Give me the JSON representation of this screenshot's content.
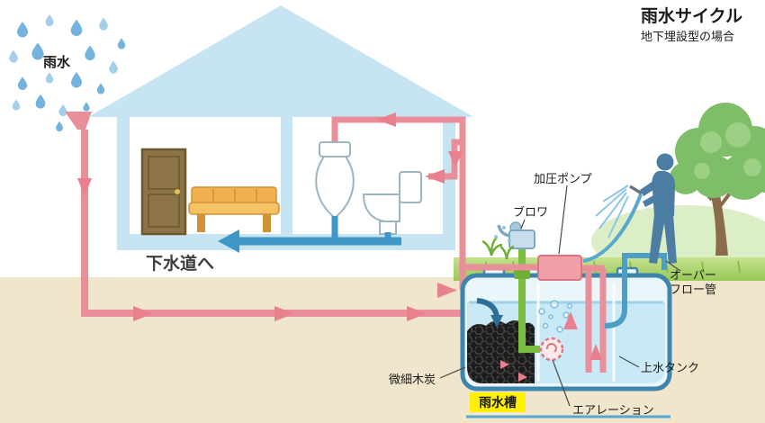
{
  "header": {
    "title": "雨水サイクル",
    "subtitle": "地下埋設型の場合"
  },
  "labels": {
    "rain": "雨水",
    "to_sewer": "下水道へ",
    "pressure_pump": "加圧ポンプ",
    "blower": "ブロワ",
    "overflow_pipe_line1": "オーバー",
    "overflow_pipe_line2": "フロー管",
    "clean_water_tank": "上水タンク",
    "fine_charcoal": "微細木炭",
    "rainwater_tank": "雨水槽",
    "aeration": "エアレーション"
  },
  "colors": {
    "pipe_pink": "#E98F99",
    "arrow_pink": "#E8818D",
    "pipe_blue": "#3E97C6",
    "pipe_green": "#7CBE41",
    "tank_border_blue": "#3E85AE",
    "highlight_yellow": "#FFF100",
    "roof_blue": "#C7E4F3",
    "ground_beige": "#EFE6CC",
    "grass_green": "#A6CF6A"
  }
}
